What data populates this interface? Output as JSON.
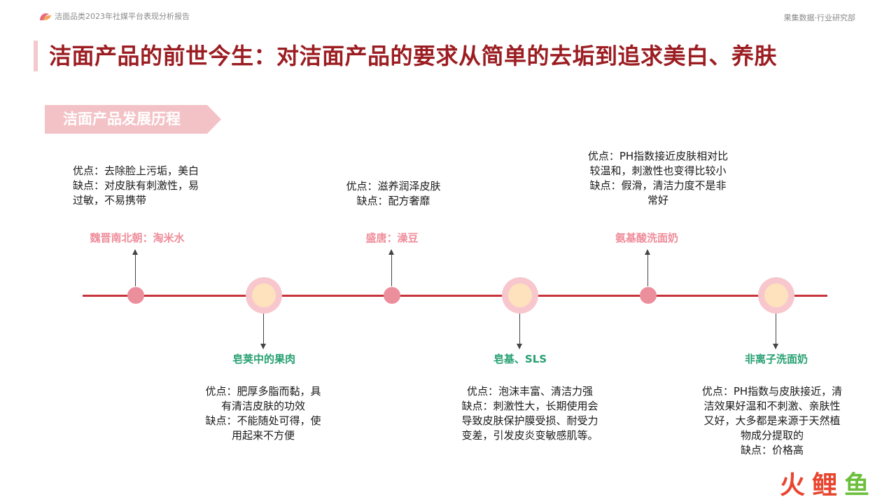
{
  "header": {
    "report_title": "洁面品类2023年社媒平台表现分析报告",
    "source": "果集数据·行业研究部"
  },
  "main_title": "洁面产品的前世今生：对洁面产品的要求从简单的去垢到追求美白、养肤",
  "section_tag": "洁面产品发展历程",
  "colors": {
    "title": "#9b1d22",
    "timeline": "#c8333c",
    "stage_up": "#ef8d9a",
    "stage_down": "#27a072",
    "tag": "#f3c2c6"
  },
  "stages": [
    {
      "name": "魏晋南北朝：淘米水",
      "desc": [
        "优点：去除脸上污垢，美白",
        "缺点：对皮肤有刺激性，易",
        "过敏，不易携带"
      ]
    },
    {
      "name": "皂荚中的果肉",
      "desc": [
        "优点：肥厚多脂而黏，具",
        "有清洁皮肤的功效",
        "缺点：不能随处可得，使",
        "用起来不方便"
      ]
    },
    {
      "name": "盛唐：澡豆",
      "desc": [
        "优点：滋养润泽皮肤",
        "缺点：配方奢靡"
      ]
    },
    {
      "name": "皂基、SLS",
      "desc": [
        "优点：泡沫丰富、清洁力强",
        "缺点：刺激性大，长期使用会",
        "导致皮肤保护膜受损、耐受力",
        "变差，引发皮炎变敏感肌等。"
      ]
    },
    {
      "name": "氨基酸洗面奶",
      "desc": [
        "优点：PH指数接近皮肤相对比",
        "较温和，刺激性也变得比较小",
        "缺点：假滑，清洁力度不是非",
        "常好"
      ]
    },
    {
      "name": "非离子洗面奶",
      "desc": [
        "优点：PH指数与皮肤接近，清",
        "洁效果好温和不刺激、亲肤性",
        "又好，大多都是来源于天然植",
        "物成分提取的",
        "缺点：价格高"
      ]
    }
  ],
  "watermark": [
    "火",
    "鲤",
    "鱼"
  ]
}
